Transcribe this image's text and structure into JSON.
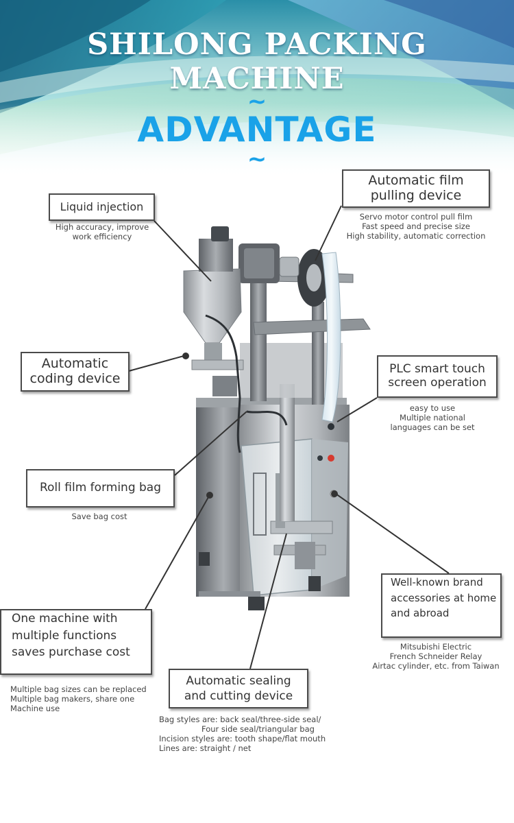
{
  "header": {
    "title": "SHILONG PACKING MACHINE",
    "subtitle": "ADVANTAGE",
    "tilde": "~"
  },
  "colors": {
    "accent_blue": "#1aa2e8",
    "teal_dark": "#1d6f86",
    "teal_light": "#8fd3d9",
    "box_border": "#4a4a4a",
    "text": "#333333"
  },
  "callouts": {
    "liquid_injection": {
      "title": "Liquid injection",
      "desc": [
        "High accuracy, improve",
        "work efficiency"
      ]
    },
    "film_pulling": {
      "title_lines": [
        "Automatic film",
        "pulling device"
      ],
      "desc": [
        "Servo motor control pull film",
        "Fast speed and precise size",
        "High stability, automatic correction"
      ]
    },
    "coding_device": {
      "title_lines": [
        "Automatic",
        "coding device"
      ]
    },
    "plc_touch": {
      "title_lines": [
        "PLC smart touch",
        "screen operation"
      ],
      "desc": [
        "easy to use",
        "Multiple national",
        "languages can be set"
      ]
    },
    "roll_film": {
      "title": "Roll film forming bag",
      "desc": [
        "Save bag cost"
      ]
    },
    "well_known": {
      "title_lines": [
        "Well-known brand",
        "accessories at home",
        "and abroad"
      ],
      "desc": [
        "Mitsubishi Electric",
        "French Schneider Relay",
        "Airtac cylinder, etc. from Taiwan"
      ]
    },
    "one_machine": {
      "title_lines": [
        "One machine with",
        "multiple functions",
        "saves purchase cost"
      ],
      "desc": [
        "Multiple bag sizes can be replaced",
        "Multiple bag makers, share one",
        "Machine use"
      ]
    },
    "sealing_cutting": {
      "title_lines": [
        "Automatic sealing",
        "and cutting device"
      ],
      "desc": [
        "Bag styles are: back seal/three-side seal/",
        "Four side seal/triangular bag",
        "Incision styles are: tooth shape/flat mouth",
        "Lines are: straight / net"
      ]
    }
  }
}
